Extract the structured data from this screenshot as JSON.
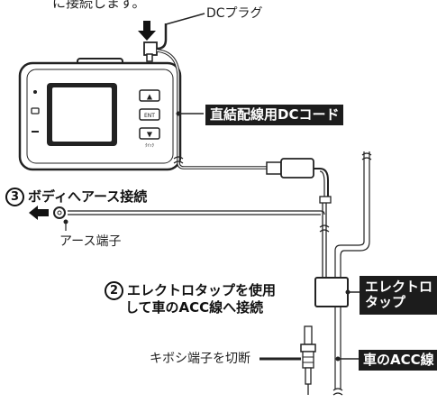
{
  "header": {
    "partial_text": "に接続します。"
  },
  "callouts": {
    "dc_plug": "DCプラグ",
    "direct_cord": "直結配線用DCコード",
    "ground_step_num": "3",
    "ground_step": "ボディへアース接続",
    "ground_terminal": "アース端子",
    "tap_step_num": "2",
    "tap_step_line1": "エレクトロタップを使用",
    "tap_step_line2": "して車のACC線へ接続",
    "electro_tap_line1": "エレクトロ",
    "electro_tap_line2": "タップ",
    "cut_terminal": "キボシ端子を切断",
    "acc_wire": "車のACC線"
  },
  "device": {
    "buttons": [
      "▲",
      "ENT",
      "▼"
    ],
    "small_text": "ｸｲｯｸ"
  },
  "colors": {
    "ink": "#1a1a1a",
    "label_bg": "#1c1c1c",
    "label_text": "#ffffff",
    "screen": "#222222"
  }
}
